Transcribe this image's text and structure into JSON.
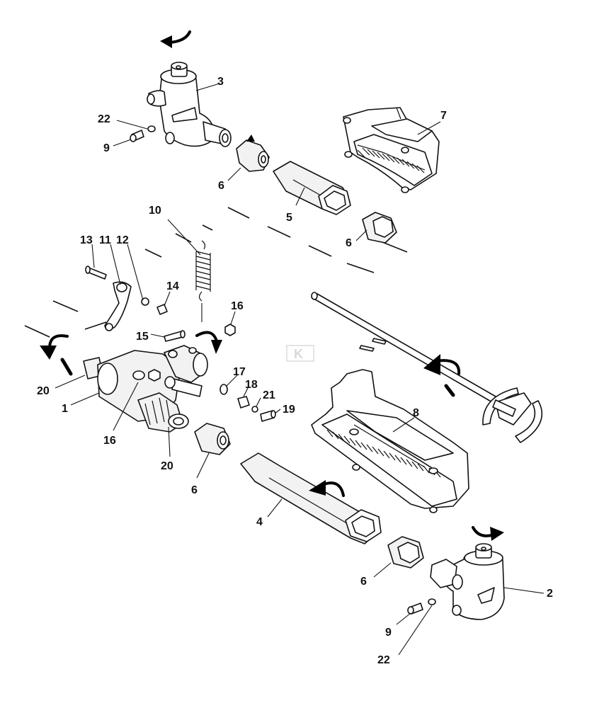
{
  "callouts": {
    "c1": "1",
    "c2": "2",
    "c3": "3",
    "c4": "4",
    "c5": "5",
    "c6a": "6",
    "c6b": "6",
    "c6c": "6",
    "c6d": "6",
    "c7": "7",
    "c8": "8",
    "c9a": "9",
    "c9b": "9",
    "c10": "10",
    "c11": "11",
    "c12": "12",
    "c13": "13",
    "c14": "14",
    "c15": "15",
    "c16a": "16",
    "c16b": "16",
    "c17": "17",
    "c18": "18",
    "c19": "19",
    "c20a": "20",
    "c20b": "20",
    "c21": "21",
    "c22a": "22",
    "c22b": "22"
  },
  "watermark": {
    "letter": "K"
  },
  "colors": {
    "line": "#111111",
    "fill": "#f2f2f2",
    "background": "#ffffff"
  }
}
